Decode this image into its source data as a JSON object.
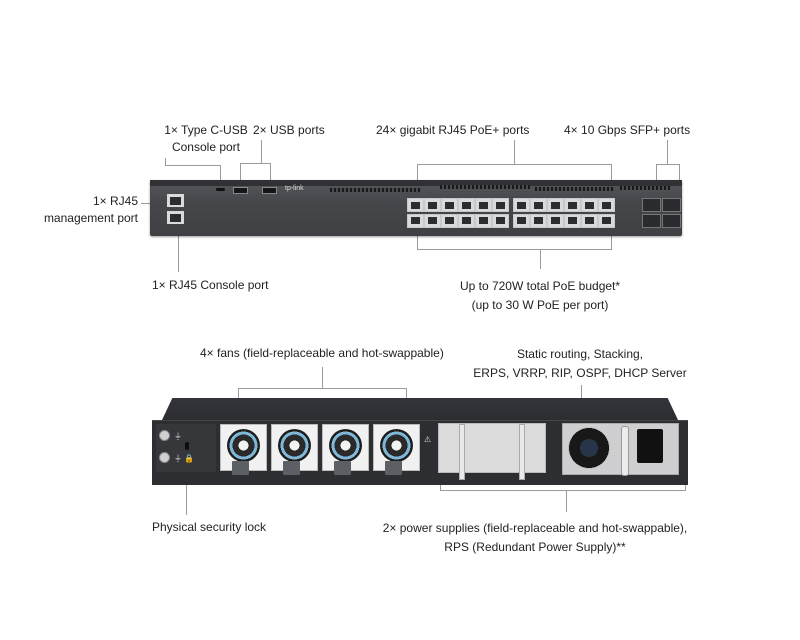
{
  "front_view": {
    "callouts": {
      "type_c_console_line1": "1× Type C-USB",
      "type_c_console_line2": "Console port",
      "usb_ports": "2× USB ports",
      "rj45_poe_ports": "24× gigabit RJ45 PoE+ ports",
      "sfp_ports": "4× 10 Gbps SFP+ ports",
      "mgmt_port_line1": "1× RJ45",
      "mgmt_port_line2": "management port",
      "rj45_console_port": "1× RJ45 Console port",
      "poe_budget_line1": "Up to 720W total PoE budget*",
      "poe_budget_line2": "(up to 30 W PoE per port)"
    },
    "brand_logo": "tp-link",
    "rj45_port_count": 24,
    "sfp_port_count": 4
  },
  "rear_view": {
    "callouts": {
      "fans": "4× fans (field-replaceable and hot-swappable)",
      "features_line1": "Static routing, Stacking,",
      "features_line2": "ERPS, VRRP, RIP, OSPF, DHCP Server",
      "security_lock": "Physical security lock",
      "power_supplies_line1": "2× power supplies (field-replaceable and hot-swappable),",
      "power_supplies_line2": "RPS (Redundant Power Supply)**"
    },
    "fan_count": 4,
    "power_supply_slots": 2
  },
  "colors": {
    "chassis": "#45474b",
    "callout_line": "#9a9a9a",
    "text": "#222222"
  }
}
